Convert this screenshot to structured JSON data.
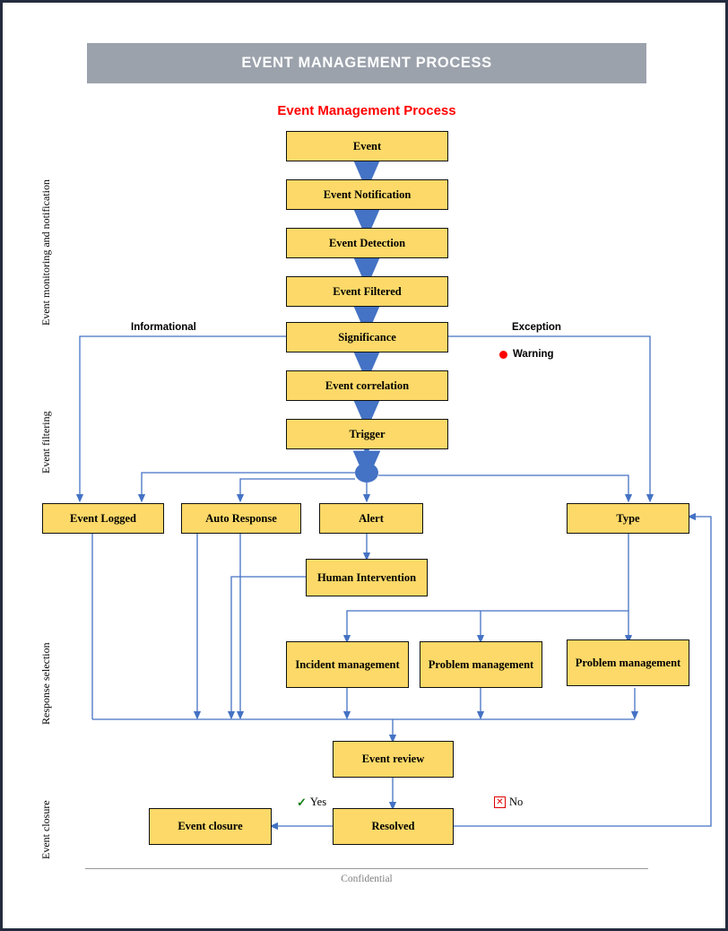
{
  "page": {
    "banner_title": "EVENT MANAGEMENT PROCESS",
    "diagram_title": "Event Management Process",
    "footer": "Confidential",
    "accent_yellow": "#FCD968",
    "accent_blue": "#4472C4",
    "banner_gray": "#9BA2AC",
    "title_red": "#FF0000",
    "border_navy": "#232B3E"
  },
  "bands": [
    {
      "label": "Event monitoring and notification"
    },
    {
      "label": "Event filtering"
    },
    {
      "label": "Response selection"
    },
    {
      "label": "Event closure"
    }
  ],
  "nodes": [
    {
      "id": "event",
      "label": "Event"
    },
    {
      "id": "event-notification",
      "label": "Event Notification"
    },
    {
      "id": "event-detection",
      "label": "Event Detection"
    },
    {
      "id": "event-filtered",
      "label": "Event Filtered"
    },
    {
      "id": "significance",
      "label": "Significance"
    },
    {
      "id": "event-correlation",
      "label": "Event correlation"
    },
    {
      "id": "trigger",
      "label": "Trigger"
    },
    {
      "id": "event-logged",
      "label": "Event Logged"
    },
    {
      "id": "auto-response",
      "label": "Auto Response"
    },
    {
      "id": "alert",
      "label": "Alert"
    },
    {
      "id": "type",
      "label": "Type"
    },
    {
      "id": "human-intervention",
      "label": "Human Intervention"
    },
    {
      "id": "incident-management",
      "label": "Incident management"
    },
    {
      "id": "problem-management-1",
      "label": "Problem management"
    },
    {
      "id": "problem-management-2",
      "label": "Problem management"
    },
    {
      "id": "event-review",
      "label": "Event review"
    },
    {
      "id": "resolved",
      "label": "Resolved"
    },
    {
      "id": "event-closure",
      "label": "Event closure"
    }
  ],
  "edge_labels": {
    "informational": "Informational",
    "exception": "Exception",
    "yes": "Yes",
    "no": "No"
  },
  "legend": {
    "warning": "Warning"
  }
}
